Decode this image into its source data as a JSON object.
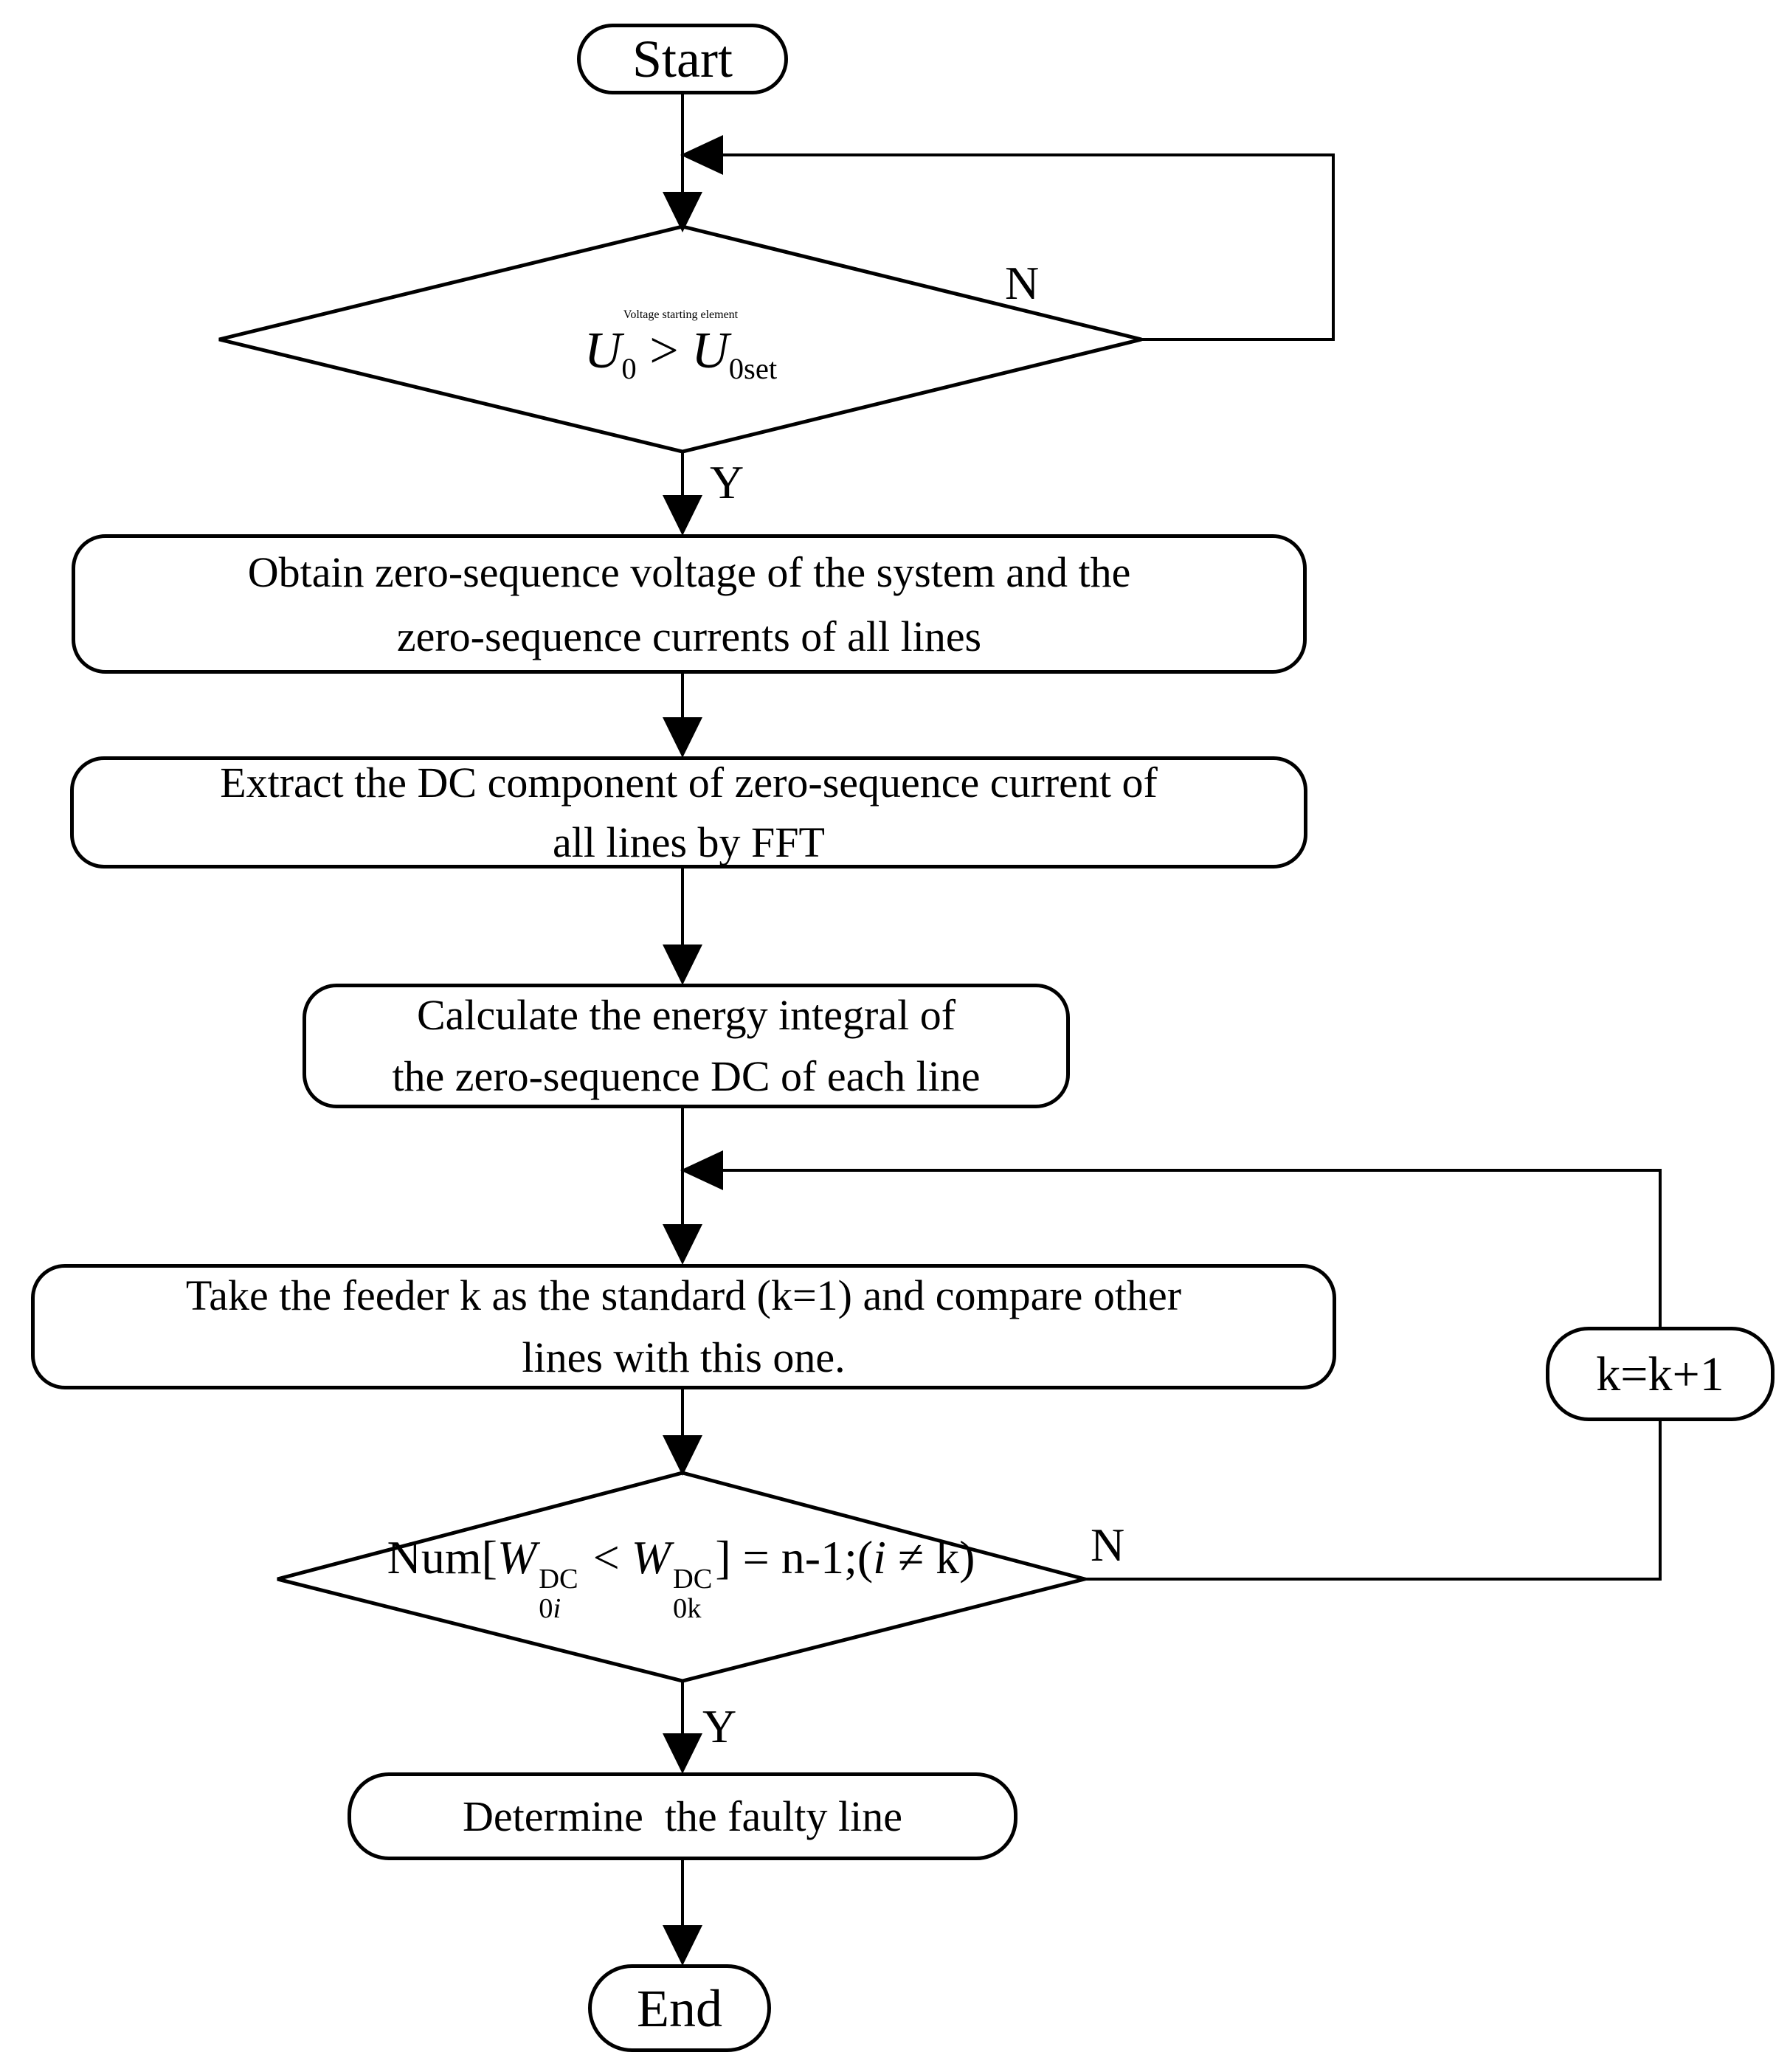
{
  "colors": {
    "ink": "#000000",
    "paper": "#ffffff"
  },
  "nodes": {
    "start": {
      "label": "Start"
    },
    "decision1": {
      "text": "Voltage starting element",
      "formula": {
        "var1": "U",
        "sub1": "0",
        "op": " > ",
        "var2": "U",
        "sub2": "0set"
      },
      "branch_no": "N",
      "branch_yes": "Y"
    },
    "process1": {
      "lines": [
        "Obtain zero-sequence voltage of the system and the",
        "zero-sequence currents of all lines"
      ]
    },
    "process2": {
      "lines": [
        "Extract the DC component of zero-sequence current of",
        "all lines by FFT"
      ]
    },
    "process3": {
      "lines": [
        "Calculate the energy integral of",
        "the zero-sequence DC of each line"
      ]
    },
    "process4": {
      "lines": [
        "Take the feeder k as the standard (k=1) and compare other",
        "lines with this one."
      ]
    },
    "decision2": {
      "formula": {
        "func": "Num[",
        "var1": "W",
        "sub1_num": "0",
        "sub1_idx": "i",
        "sup1": "DC",
        "op": " < ",
        "var2": "W",
        "sub2": "0k",
        "sup2": "DC",
        "close": "] = n-1;(",
        "idx": "i",
        "tail": " ≠ k)"
      },
      "branch_no": "N",
      "branch_yes": "Y"
    },
    "increment": {
      "label": "k=k+1"
    },
    "process5": {
      "label": "Determine  the faulty line"
    },
    "end": {
      "label": "End"
    }
  }
}
